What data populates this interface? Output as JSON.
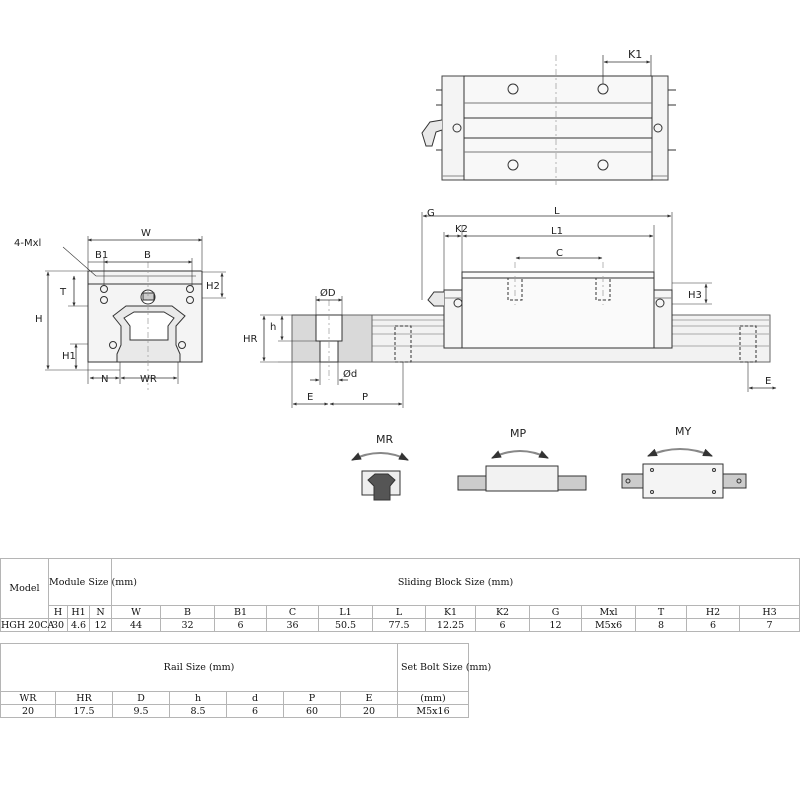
{
  "drawing": {
    "labels": {
      "K1": "K1",
      "G": "G",
      "L": "L",
      "K2": "K2",
      "L1": "L1",
      "C": "C",
      "H3": "H3",
      "W": "W",
      "B1": "B1",
      "B": "B",
      "Mxl": "4-Mxl",
      "T": "T",
      "H2": "H2",
      "H": "H",
      "H1": "H1",
      "N": "N",
      "WR": "WR",
      "phiD": "ØD",
      "h": "h",
      "HR": "HR",
      "phid": "Ød",
      "E": "E",
      "P": "P",
      "E2": "E",
      "MR": "MR",
      "MP": "MP",
      "MY": "MY"
    }
  },
  "table1": {
    "model_header": "Model",
    "module_header": "Module\nSize\n(mm)",
    "sliding_header": "Sliding Block Size (mm)",
    "columns": [
      "H",
      "H1",
      "N",
      "W",
      "B",
      "B1",
      "C",
      "L1",
      "L",
      "K1",
      "K2",
      "G",
      "Mxl",
      "T",
      "H2",
      "H3"
    ],
    "row": {
      "model": "HGH 20CA",
      "values": [
        "30",
        "4.6",
        "12",
        "44",
        "32",
        "6",
        "36",
        "50.5",
        "77.5",
        "12.25",
        "6",
        "12",
        "M5x6",
        "8",
        "6",
        "7"
      ]
    }
  },
  "table2": {
    "rail_header": "Rail Size (mm)",
    "bolt_header": "Set Bolt\nSize (mm)",
    "columns": [
      "WR",
      "HR",
      "D",
      "h",
      "d",
      "P",
      "E",
      "(mm)"
    ],
    "values": [
      "20",
      "17.5",
      "9.5",
      "8.5",
      "6",
      "60",
      "20",
      "M5x16"
    ]
  }
}
